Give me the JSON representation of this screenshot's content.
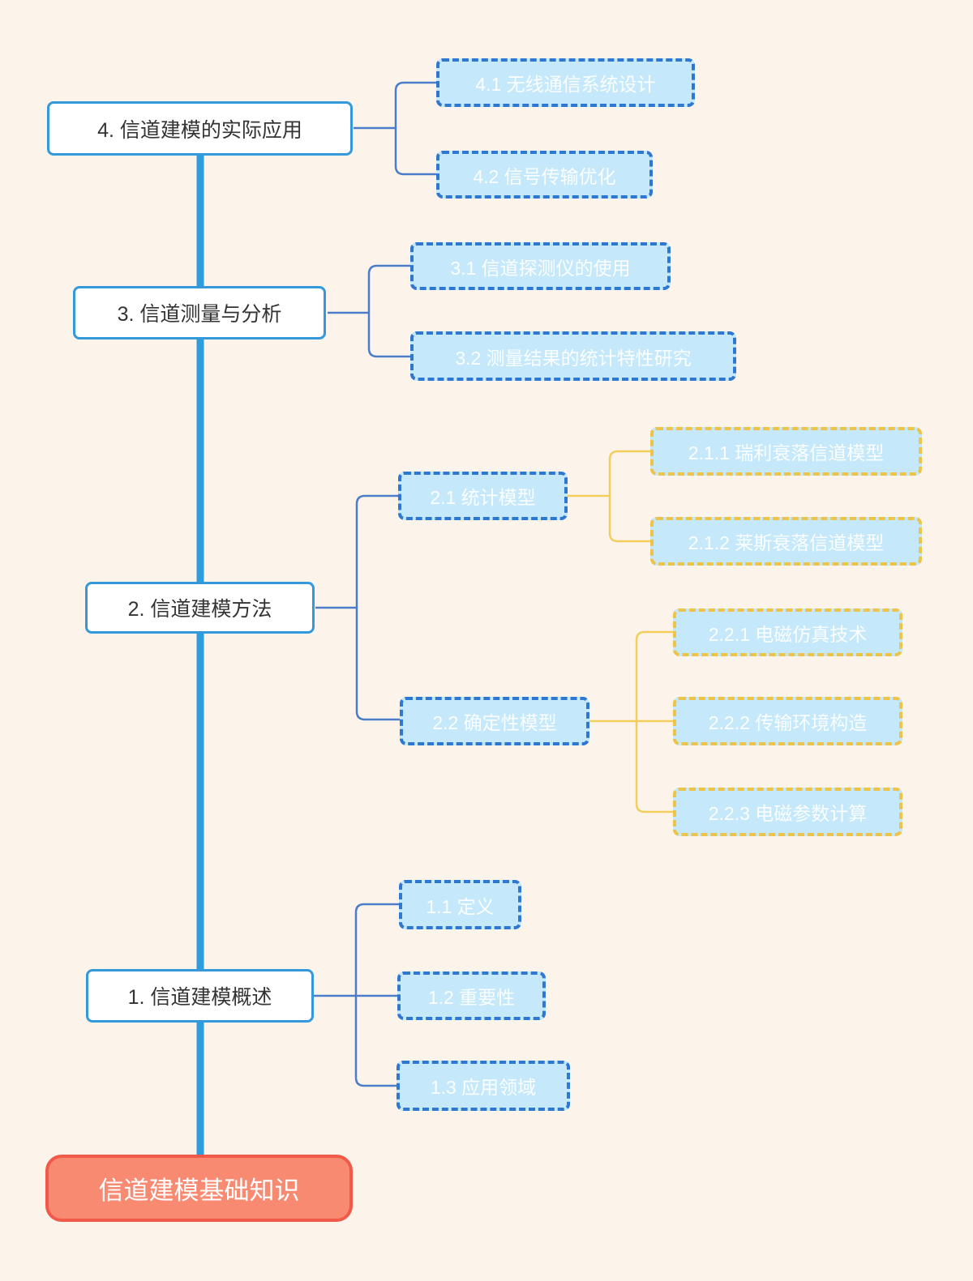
{
  "palette": {
    "background": "#FCF4EA",
    "trunk": "#2D9DDB",
    "branch_border": "#3399DB",
    "connector_blue": "#4A7CC9",
    "connector_yellow": "#F4CE5C",
    "child_fill": "#C5E8FA",
    "child_border_blue": "#2F78D2",
    "child_border_yellow": "#EEC34A",
    "root_fill": "#F98A72",
    "root_border": "#F15A49",
    "text_dark": "#333333",
    "text_light": "#FBFEFF"
  },
  "root": {
    "label": "信道建模基础知识"
  },
  "branches": [
    {
      "id": "4",
      "label": "4. 信道建模的实际应用",
      "children": [
        {
          "id": "4.1",
          "label": "4.1 无线通信系统设计"
        },
        {
          "id": "4.2",
          "label": "4.2 信号传输优化"
        }
      ]
    },
    {
      "id": "3",
      "label": "3. 信道测量与分析",
      "children": [
        {
          "id": "3.1",
          "label": "3.1 信道探测仪的使用"
        },
        {
          "id": "3.2",
          "label": "3.2 测量结果的统计特性研究"
        }
      ]
    },
    {
      "id": "2",
      "label": "2. 信道建模方法",
      "children": [
        {
          "id": "2.1",
          "label": "2.1 统计模型",
          "children": [
            {
              "id": "2.1.1",
              "label": "2.1.1 瑞利衰落信道模型"
            },
            {
              "id": "2.1.2",
              "label": "2.1.2 莱斯衰落信道模型"
            }
          ]
        },
        {
          "id": "2.2",
          "label": "2.2 确定性模型",
          "children": [
            {
              "id": "2.2.1",
              "label": "2.2.1 电磁仿真技术"
            },
            {
              "id": "2.2.2",
              "label": "2.2.2 传输环境构造"
            },
            {
              "id": "2.2.3",
              "label": "2.2.3 电磁参数计算"
            }
          ]
        }
      ]
    },
    {
      "id": "1",
      "label": "1. 信道建模概述",
      "children": [
        {
          "id": "1.1",
          "label": "1.1 定义"
        },
        {
          "id": "1.2",
          "label": "1.2 重要性"
        },
        {
          "id": "1.3",
          "label": "1.3 应用领域"
        }
      ]
    }
  ]
}
